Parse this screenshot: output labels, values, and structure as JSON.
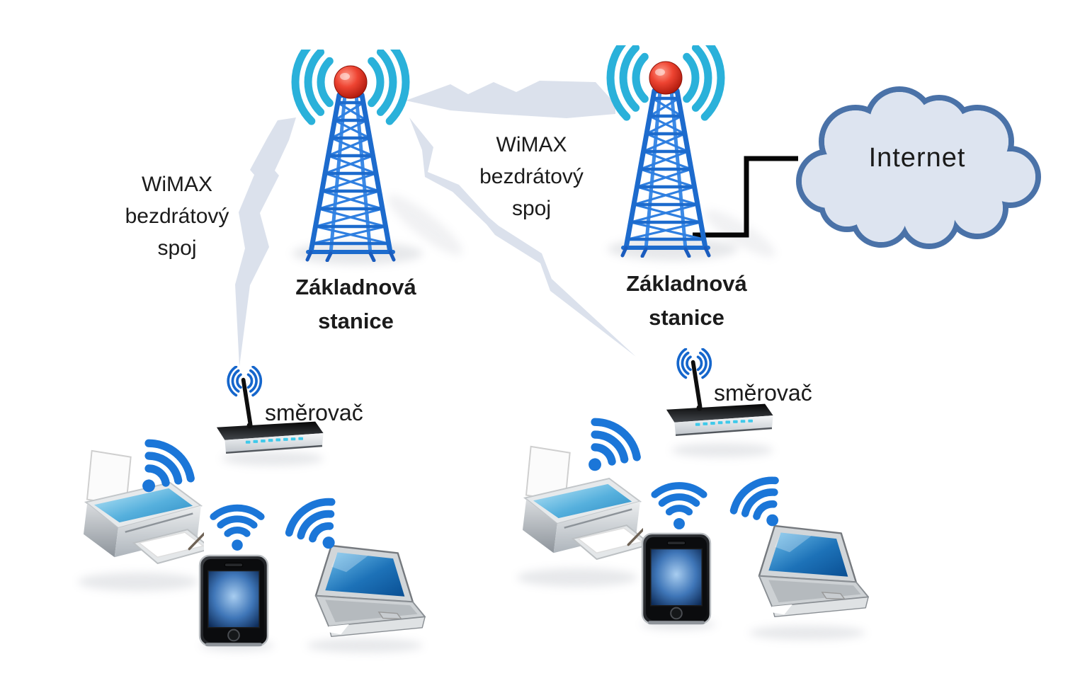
{
  "diagram": {
    "labels": {
      "wimax_link_left": "WiMAX\nbezdrátový\nspoj",
      "wimax_link_right": "WiMAX\nbezdrátový\nspoj",
      "base_station_left": "Základnová\nstanice",
      "base_station_right": "Základnová\nstanice",
      "router_left": "směrovač",
      "router_right": "směrovač",
      "internet": "Internet"
    },
    "icons": {
      "base_station_tower_icon": "blue lattice antenna tower with red ball and cyan signal arcs",
      "router_icon": "wireless router with antenna and blue signal arcs",
      "printer_icon": "inkjet printer with blue lid",
      "smartphone_icon": "black smartphone with blue screen",
      "laptop_icon": "gray laptop with blue screen",
      "wifi_signal_icon": "blue wifi dot with three arcs",
      "internet_cloud_icon": "light blue cloud outline",
      "wireless_beam_shape": "light gray jagged lightning beam",
      "wired_connection_line": "black right-angle cable line"
    },
    "colors": {
      "tower_blue": "#1f6fd2",
      "signal_cyan": "#2ab1da",
      "wifi_blue": "#1b76d8",
      "antenna_ball_red": "#d8291b",
      "beam_gray": "#dbe1ec",
      "cloud_fill": "#dde4f0",
      "cloud_border": "#4a72a8",
      "connector_black": "#060606",
      "text": "#1b1b1b",
      "background": "#ffffff"
    }
  }
}
